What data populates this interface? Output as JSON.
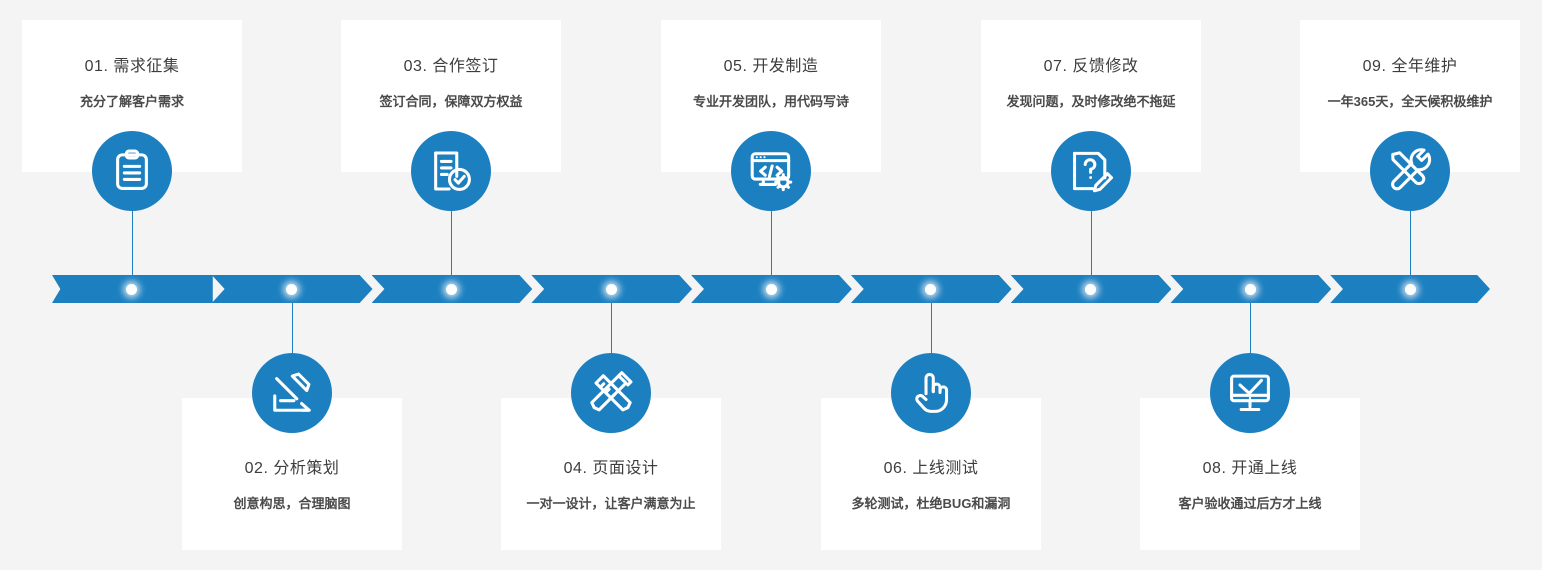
{
  "theme": {
    "accent": "#1c7fc0",
    "page_background": "#f4f4f4",
    "card_background": "#ffffff",
    "title_color": "#3d3d3d",
    "subtitle_color": "#4a4a4a",
    "node_dot_color": "#ffffff"
  },
  "timeline": {
    "name": "service-process-timeline",
    "segment_count": 9,
    "steps": [
      {
        "number": "01",
        "title": "01. 需求征集",
        "subtitle": "充分了解客户需求",
        "icon": "clipboard-icon",
        "position": "top"
      },
      {
        "number": "02",
        "title": "02. 分析策划",
        "subtitle": "创意构思，合理脑图",
        "icon": "pencil-arrow-icon",
        "position": "bottom"
      },
      {
        "number": "03",
        "title": "03. 合作签订",
        "subtitle": "签订合同，保障双方权益",
        "icon": "contract-check-icon",
        "position": "top"
      },
      {
        "number": "04",
        "title": "04. 页面设计",
        "subtitle": "一对一设计，让客户满意为止",
        "icon": "pencil-ruler-icon",
        "position": "bottom"
      },
      {
        "number": "05",
        "title": "05. 开发制造",
        "subtitle": "专业开发团队，用代码写诗",
        "icon": "code-window-gear-icon",
        "position": "top"
      },
      {
        "number": "06",
        "title": "06. 上线测试",
        "subtitle": "多轮测试，杜绝BUG和漏洞",
        "icon": "pointing-hand-icon",
        "position": "bottom"
      },
      {
        "number": "07",
        "title": "07. 反馈修改",
        "subtitle": "发现问题，及时修改绝不拖延",
        "icon": "question-document-pencil-icon",
        "position": "top"
      },
      {
        "number": "08",
        "title": "08. 开通上线",
        "subtitle": "客户验收通过后方才上线",
        "icon": "monitor-check-icon",
        "position": "bottom"
      },
      {
        "number": "09",
        "title": "09. 全年维护",
        "subtitle": "一年365天，全天候积极维护",
        "icon": "wrench-screwdriver-icon",
        "position": "top"
      }
    ]
  }
}
